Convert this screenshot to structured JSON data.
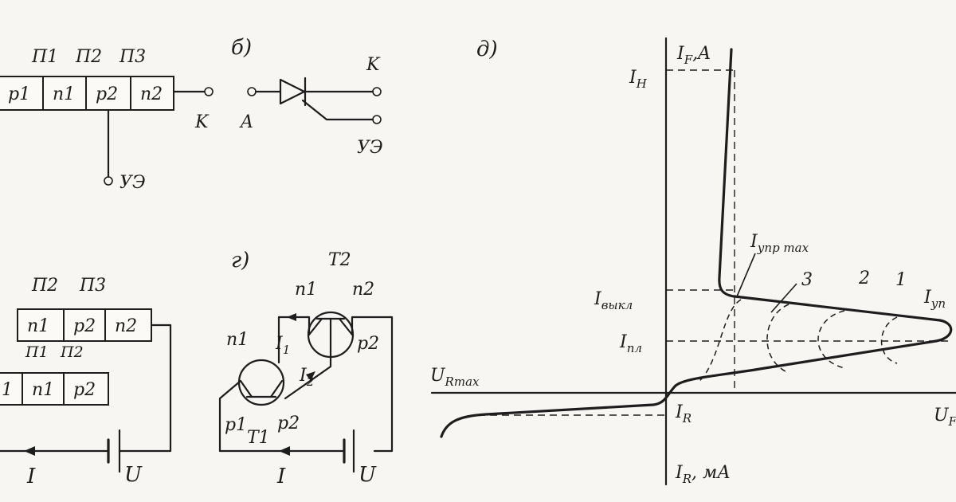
{
  "panel_a": {
    "layers": [
      "П1",
      "П2",
      "П3"
    ],
    "cells": [
      "p1",
      "n1",
      "p2",
      "n2"
    ],
    "terminal_cathode": "K",
    "terminal_gate": "УЭ"
  },
  "panel_b": {
    "tag": "б)",
    "terminal_anode": "A",
    "terminal_cathode": "K",
    "terminal_gate": "УЭ"
  },
  "panel_v": {
    "junctions_top": [
      "П2",
      "П3"
    ],
    "top_cells": [
      "n1",
      "p2",
      "n2"
    ],
    "junctions_mid": [
      "П1",
      "П2"
    ],
    "bottom_cells": [
      "1",
      "n1",
      "p2"
    ],
    "current_label": "I",
    "voltage_label": "U"
  },
  "panel_g": {
    "tag": "г)",
    "t2_label": "T2",
    "t2_n1": "n1",
    "t2_n2": "n2",
    "t2_p2": "p2",
    "left_n1": "n1",
    "i1": "I",
    "i1_sub": "1",
    "i2": "I",
    "i2_sub": "2",
    "p1": "p1",
    "t1": "T1",
    "p2": "p2",
    "current_label": "I",
    "voltage_label": "U"
  },
  "panel_d": {
    "tag": "д)",
    "y_top": "I",
    "y_top_sub": "F",
    "y_top_unit": ",A",
    "i_h": "I",
    "i_h_sub": "H",
    "i_off": "I",
    "i_off_sub": "выкл",
    "i_pl": "I",
    "i_pl_sub": "пл",
    "i_upr_max": "I",
    "i_upr_max_sub": "упр max",
    "i_upr": "I",
    "i_upr_sub": "уп",
    "u_r_max": "U",
    "u_r_max_sub": "Rmax",
    "i_r": "I",
    "i_r_sub": "R",
    "y_bottom": "I",
    "y_bottom_sub": "R",
    "y_bottom_unit": ", мА",
    "x_right": "U",
    "x_right_sub": "F",
    "curve_1": "1",
    "curve_2": "2",
    "curve_3": "3"
  }
}
